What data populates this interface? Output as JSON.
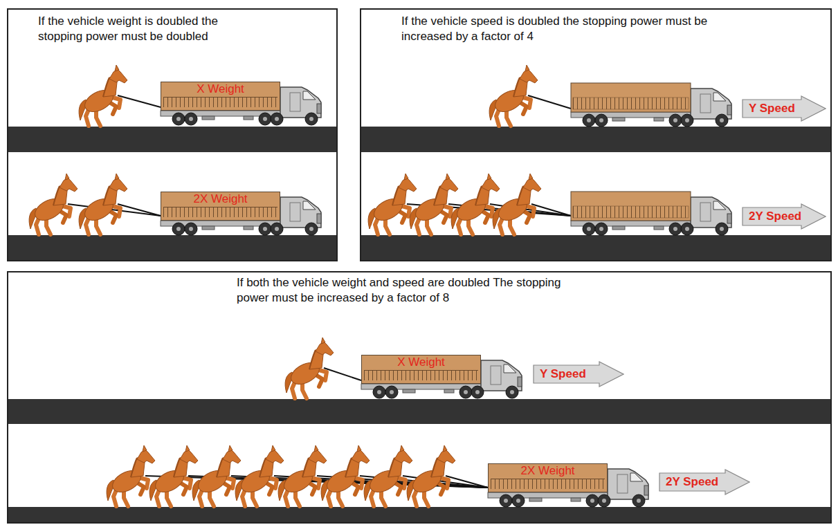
{
  "diagram": {
    "nodes": [
      {
        "text": [
          "If the vehicle weight is doubled the stopping power must be doubled"
        ]
      },
      {
        "text": [
          "X Weight"
        ],
        "in": 0
      },
      {
        "text": [
          "2X Weight"
        ],
        "in": 0
      },
      {
        "text": [
          "If the vehicle speed is doubled the stopping power must be increased by a factor of 4"
        ]
      },
      {
        "text": [
          "Y Speed"
        ],
        "in": 3
      },
      {
        "text": [
          "2Y Speed"
        ],
        "in": 3
      },
      {
        "text": [
          "If both the vehicle weight and speed are doubled The stopping power must be increased by a factor of 8"
        ]
      },
      {
        "text": [
          "X Weight"
        ],
        "in": 6
      },
      {
        "text": [
          "Y Speed"
        ],
        "in": 6
      },
      {
        "text": [
          "2X Weight"
        ],
        "in": 6
      },
      {
        "text": [
          "2Y Speed"
        ],
        "in": 6
      }
    ]
  }
}
